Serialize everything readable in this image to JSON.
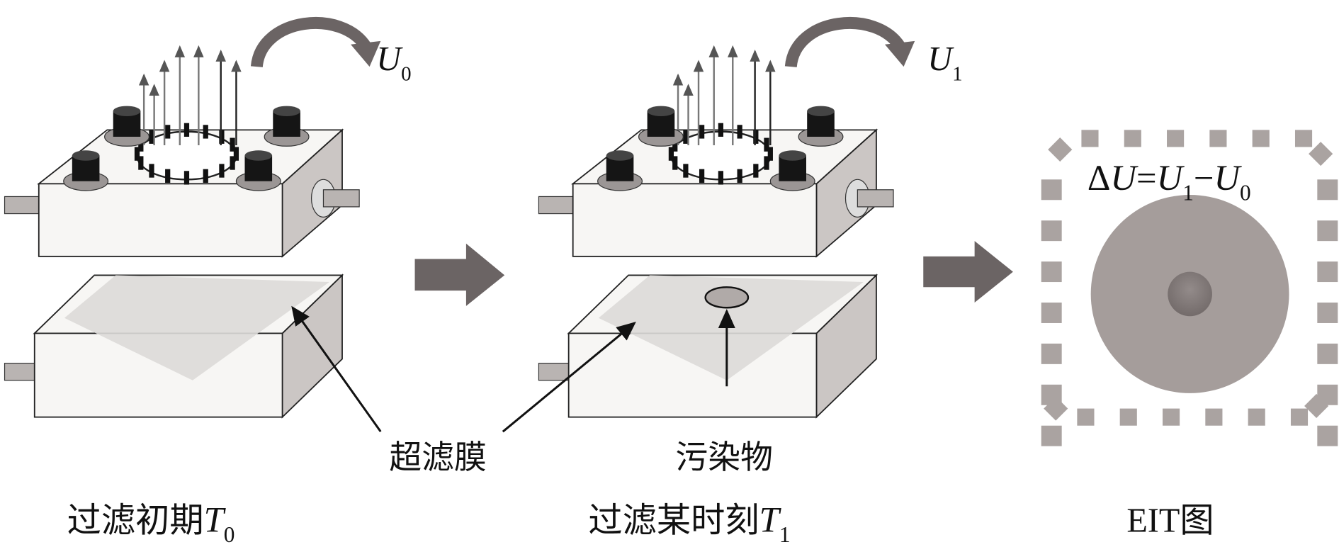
{
  "labels": {
    "membrane": "超滤膜",
    "pollutant": "污染物",
    "stage0": "过滤初期",
    "stage0_var": "T",
    "stage0_sub": "0",
    "stage1": "过滤某时刻",
    "stage1_var": "T",
    "stage1_sub": "1",
    "eit": "EIT图"
  },
  "voltages": {
    "u0_var": "U",
    "u0_sub": "0",
    "u1_var": "U",
    "u1_sub": "1"
  },
  "formula": {
    "delta": "Δ",
    "lhs": "U",
    "eq": "=",
    "a": "U",
    "a_sub": "1",
    "minus": "−",
    "b": "U",
    "b_sub": "0"
  },
  "colors": {
    "block_face": "#f7f6f4",
    "block_side": "#cbc6c4",
    "membrane": "#dcdad8",
    "knob": "#151515",
    "flow_arrow": "#6b6464",
    "eit_field": "#a59d9b",
    "eit_target": "#7d7574",
    "eit_electrode": "#aaa3a1"
  }
}
